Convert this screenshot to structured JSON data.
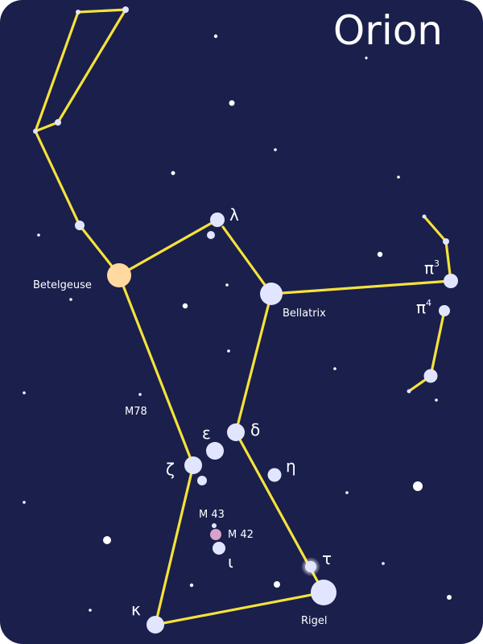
{
  "title": "Orion",
  "colors": {
    "background": "#1a1f4c",
    "lines": "#f5e23a",
    "star": "#e2e5ff",
    "betelgeuse": "#ffd9a0",
    "nebula": "#d7a3c8"
  },
  "labels": {
    "betelgeuse": "Betelgeuse",
    "bellatrix": "Bellatrix",
    "rigel": "Rigel",
    "m78": "M78",
    "m43": "M 43",
    "m42": "M 42",
    "lambda": "λ",
    "delta": "δ",
    "epsilon": "ε",
    "zeta": "ζ",
    "eta": "η",
    "iota": "ι",
    "kappa": "κ",
    "tau": "τ",
    "pi": "π",
    "pi3_sup": "3",
    "pi4_sup": "4"
  }
}
